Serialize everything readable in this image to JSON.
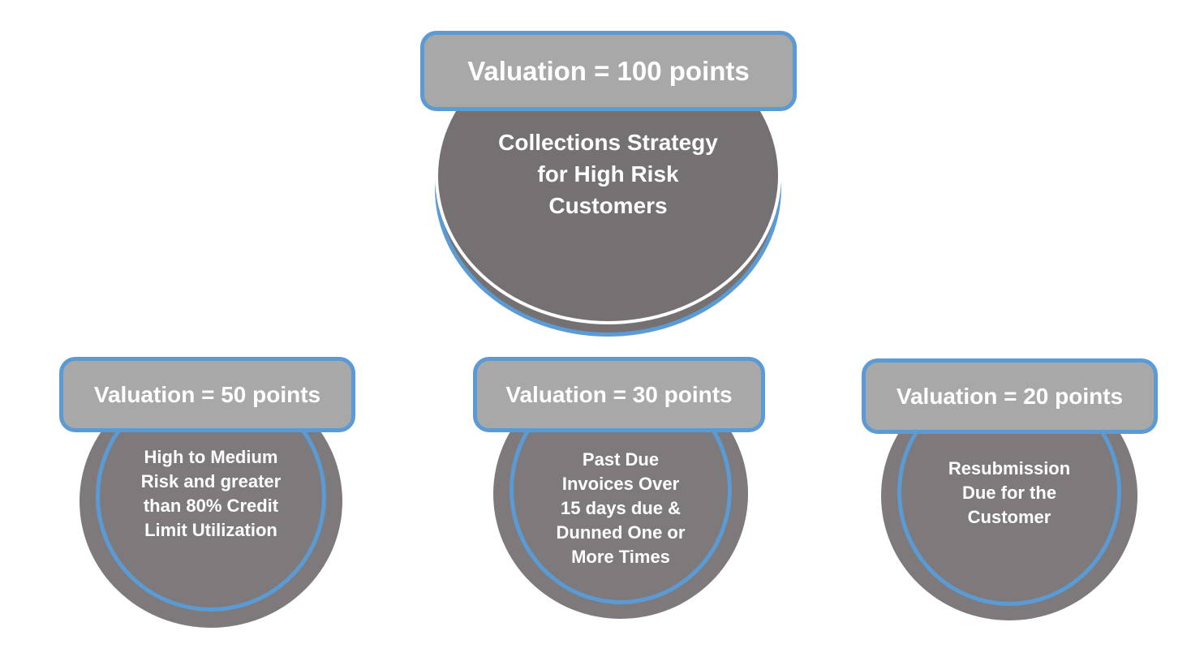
{
  "colors": {
    "accent_blue": "#5B9BD5",
    "badge_gray": "#A8A8A8",
    "root_circle_gray": "#757071",
    "child_circle_gray": "#7E7A7B",
    "text_white": "#FFFFFF",
    "background": "#FFFFFF"
  },
  "root": {
    "badge": "Valuation = 100 points",
    "lines": [
      "Collections Strategy",
      "for High Risk",
      "Customers"
    ]
  },
  "children": [
    {
      "badge": "Valuation = 50 points",
      "lines": [
        "High to Medium",
        "Risk and greater",
        "than 80% Credit",
        "Limit Utilization"
      ]
    },
    {
      "badge": "Valuation = 30 points",
      "lines": [
        "Past Due",
        "Invoices Over",
        "15 days due &",
        "Dunned One or",
        "More Times"
      ]
    },
    {
      "badge": "Valuation = 20 points",
      "lines": [
        "Resubmission",
        "Due for the",
        "Customer"
      ]
    }
  ]
}
